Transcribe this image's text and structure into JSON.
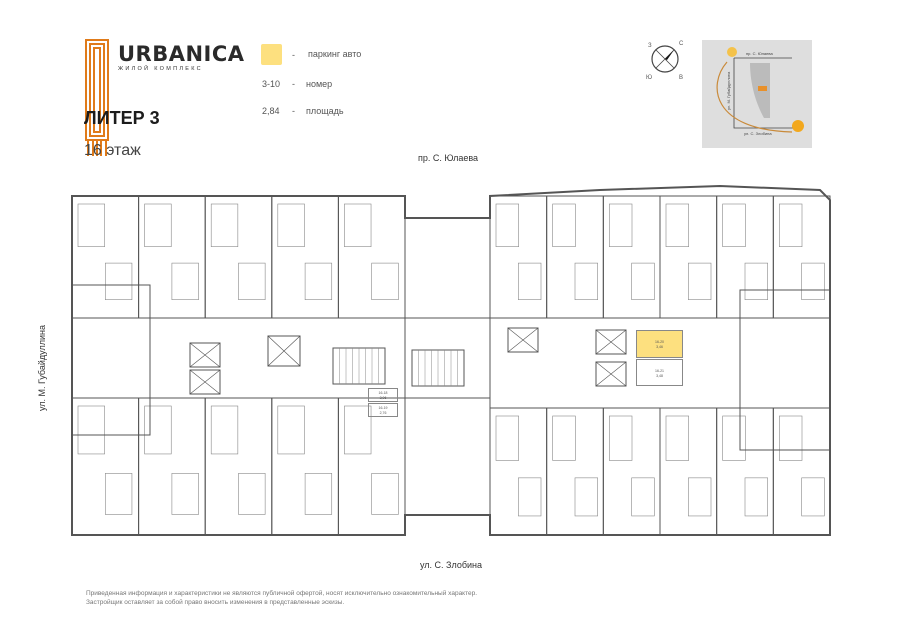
{
  "brand": {
    "name": "URBANICA",
    "subtitle": "ЖИЛОЙ КОМПЛЕКС"
  },
  "header": {
    "liter": "ЛИТЕР 3",
    "floor": "16 этаж"
  },
  "legend": [
    {
      "swatch": "#fde07f",
      "dash": "-",
      "label": "паркинг авто"
    },
    {
      "key": "3-10",
      "dash": "-",
      "label": "номер"
    },
    {
      "key": "2,84",
      "dash": "-",
      "label": "площадь"
    }
  ],
  "compass": {
    "letters": [
      "С",
      "В",
      "Ю",
      "З"
    ]
  },
  "minimap": {
    "street_top": "пр. С. Юлаева",
    "street_bottom": "ул. С. Злобина",
    "street_left": "ул. М. Губайдуллина",
    "highlight": "#e8902a"
  },
  "streets": {
    "top": "пр. С. Юлаева",
    "bottom": "ул. С. Злобина",
    "left": "ул. М. Губайдуллина"
  },
  "cells": [
    {
      "number": "16-20",
      "area": "3,46",
      "parking": true
    },
    {
      "number": "16-21",
      "area": "3,48",
      "parking": false
    },
    {
      "number": "16-18",
      "area": "3,06",
      "parking": false
    },
    {
      "number": "16-19",
      "area": "2,76",
      "parking": false
    }
  ],
  "colors": {
    "accent": "#e07b1a",
    "parking": "#fde07f",
    "wall": "#555555"
  },
  "disclaimer": [
    "Приведенная информация и характеристики не являются публичной офертой, носят исключительно ознакомительный характер.",
    "Застройщик оставляет за собой право вносить изменения в представленные эскизы."
  ]
}
